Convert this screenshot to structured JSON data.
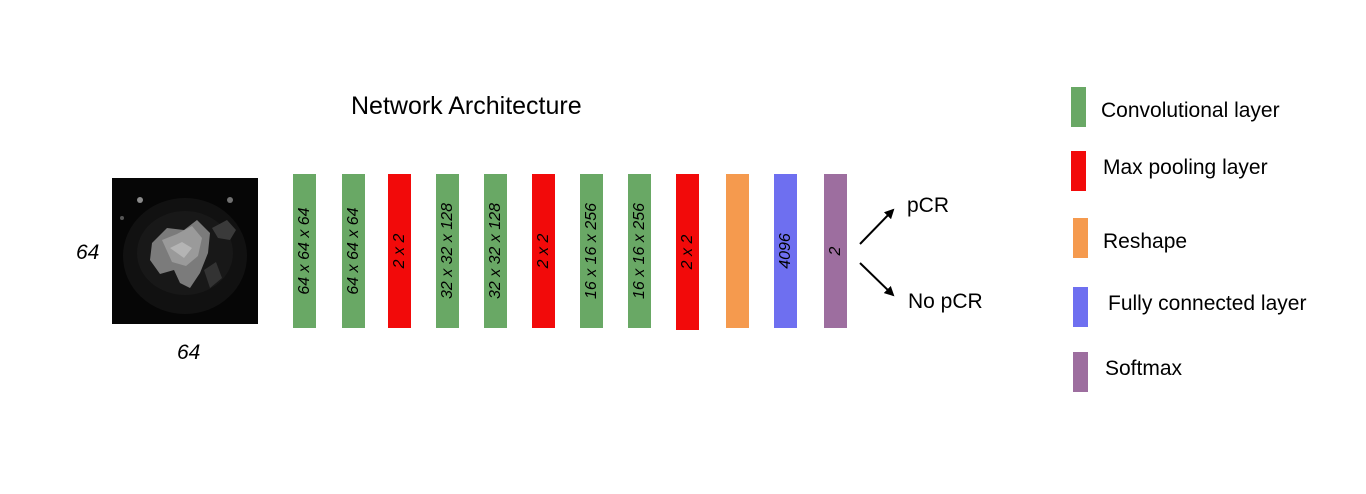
{
  "title": "Network Architecture",
  "input": {
    "height_label": "64",
    "width_label": "64"
  },
  "layers": [
    {
      "type": "conv",
      "label": "64 x 64 x 64",
      "color": "#69a865"
    },
    {
      "type": "conv",
      "label": "64 x 64 x 64",
      "color": "#69a865"
    },
    {
      "type": "pool",
      "label": "2 x 2",
      "color": "#f20a0a"
    },
    {
      "type": "conv",
      "label": "32 x 32 x 128",
      "color": "#69a865"
    },
    {
      "type": "conv",
      "label": "32 x 32 x 128",
      "color": "#69a865"
    },
    {
      "type": "pool",
      "label": "2 x 2",
      "color": "#f20a0a"
    },
    {
      "type": "conv",
      "label": "16 x 16 x 256",
      "color": "#69a865"
    },
    {
      "type": "conv",
      "label": "16 x 16 x 256",
      "color": "#69a865"
    },
    {
      "type": "pool",
      "label": "2 x 2",
      "color": "#f20a0a"
    },
    {
      "type": "reshape",
      "label": "",
      "color": "#f59a4e"
    },
    {
      "type": "fc",
      "label": "4096",
      "color": "#6e6ff0"
    },
    {
      "type": "softmax",
      "label": "2",
      "color": "#9d6e9f"
    }
  ],
  "outputs": {
    "positive": "pCR",
    "negative": "No pCR"
  },
  "legend": [
    {
      "label": "Convolutional layer",
      "color": "#69a865"
    },
    {
      "label": "Max pooling layer",
      "color": "#f20a0a"
    },
    {
      "label": "Reshape",
      "color": "#f59a4e"
    },
    {
      "label": "Fully connected layer",
      "color": "#6e6ff0"
    },
    {
      "label": "Softmax",
      "color": "#9d6e9f"
    }
  ]
}
